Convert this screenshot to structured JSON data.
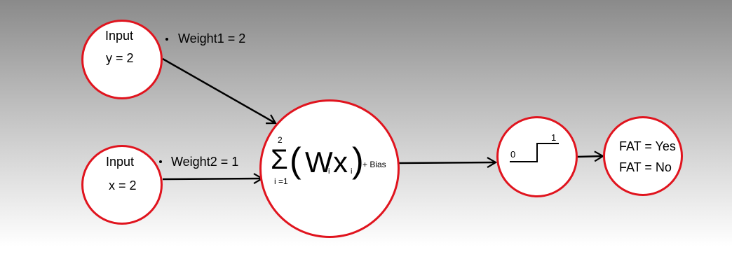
{
  "input_y": {
    "label": "Input",
    "value": "y = 2"
  },
  "input_x": {
    "label": "Input",
    "value": "x = 2"
  },
  "weight1": "Weight1 = 2",
  "weight2": "Weight2 = 1",
  "summation": {
    "symbol": "Σ",
    "upper": "2",
    "lower": "i =1",
    "open_paren": "(",
    "w": "W",
    "w_sub": "i",
    "x": "x",
    "x_sub": "i",
    "close_paren": ")",
    "bias": "+ Bias"
  },
  "step": {
    "low": "0",
    "high": "1"
  },
  "output": {
    "yes": "FAT = Yes",
    "no": "FAT = No"
  },
  "colors": {
    "node_border": "#e0141e",
    "arrow": "#000000"
  }
}
